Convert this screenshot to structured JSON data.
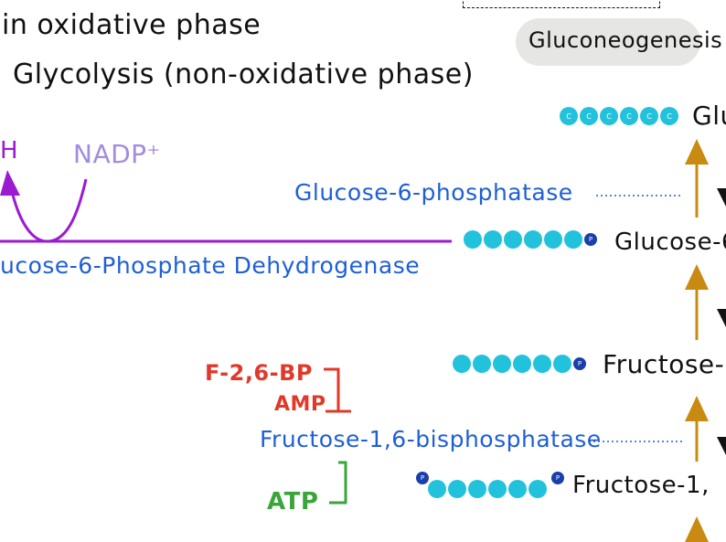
{
  "header": {
    "line1": "in oxidative phase",
    "line2": "Glycolysis (non-oxidative phase)"
  },
  "pathway": {
    "label": "Gluconeogenesis"
  },
  "cofactors": {
    "nadph_fragment": "H",
    "nadp": "NADP⁺"
  },
  "enzymes": {
    "g6pase": "Glucose-6-phosphatase",
    "g6pd": "ucose-6-Phosphate Dehydrogenase",
    "fbpase": "Fructose-1,6-bisphosphatase"
  },
  "regulators": {
    "f26bp": "F-2,6-BP",
    "amp": "AMP",
    "atp": "ATP"
  },
  "metabolites": {
    "glucose": "Glu",
    "glucose_6p": "Glucose-6",
    "fructose_6p": "Fructose-",
    "fructose_16bp": "Fructose-1,"
  },
  "glucose_chain": {
    "carbon_labels": [
      "C",
      "C",
      "C",
      "C",
      "C",
      "C"
    ]
  },
  "phosphate_label": "P",
  "colors": {
    "enzyme_blue": "#1f5fd6",
    "inhibitor_red": "#e0392a",
    "activator_green": "#3aa53a",
    "arrow_gold": "#c98a12",
    "carbon_cyan": "#22c2dc",
    "phosphate_navy": "#1b3fa8",
    "purple": "#9b1bd1",
    "lavender": "#a38cde"
  }
}
